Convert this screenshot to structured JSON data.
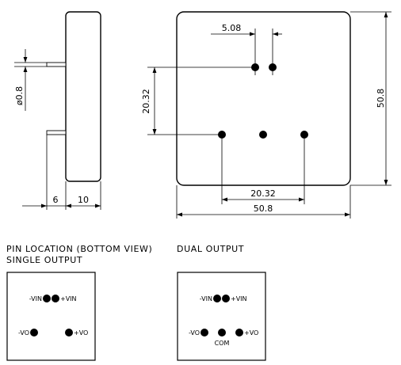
{
  "side_view": {
    "pin_diameter": "ø0.8",
    "pin_length": "6",
    "body_thickness": "10"
  },
  "top_view": {
    "pin_pitch": "5.08",
    "pin_vertical_offset": "20.32",
    "height": "50.8",
    "pin_spacing": "20.32",
    "width": "50.8"
  },
  "pin_location": {
    "title": "PIN LOCATION (BOTTOM VIEW)",
    "single_output": {
      "title": "SINGLE OUTPUT",
      "labels": {
        "minus_vin": "-VIN",
        "plus_vin": "+VIN",
        "minus_vo": "-VO",
        "plus_vo": "+VO"
      }
    },
    "dual_output": {
      "title": "DUAL OUTPUT",
      "labels": {
        "minus_vin": "-VIN",
        "plus_vin": "+VIN",
        "minus_vo": "-VO",
        "com": "COM",
        "plus_vo": "+VO"
      }
    }
  }
}
